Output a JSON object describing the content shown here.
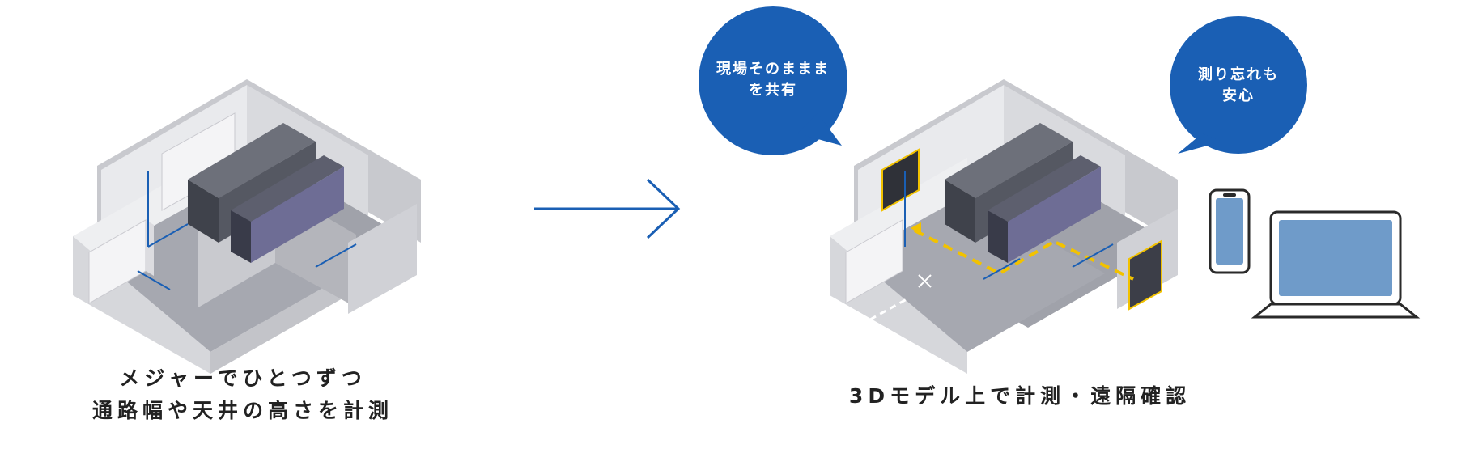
{
  "left_caption": {
    "line1": "メジャーでひとつずつ",
    "line2": "通路幅や天井の高さを計測"
  },
  "right_caption": "3Dモデル上で計測・遠隔確認",
  "bubble_share": {
    "line1": "現場そのままま",
    "line2": "を共有"
  },
  "bubble_safe": {
    "line1": "測り忘れも",
    "line2": "安心"
  },
  "icons": {
    "arrow": "arrow-right-icon",
    "phone": "smartphone-icon",
    "laptop": "laptop-icon"
  },
  "colors": {
    "brand_blue": "#1a5fb4",
    "accent_yellow": "#f2c200",
    "floor": "#9ea0a8",
    "wall": "#e6e7ea",
    "rack_dark": "#4a4d57",
    "device_screen": "#6f9bc9"
  }
}
